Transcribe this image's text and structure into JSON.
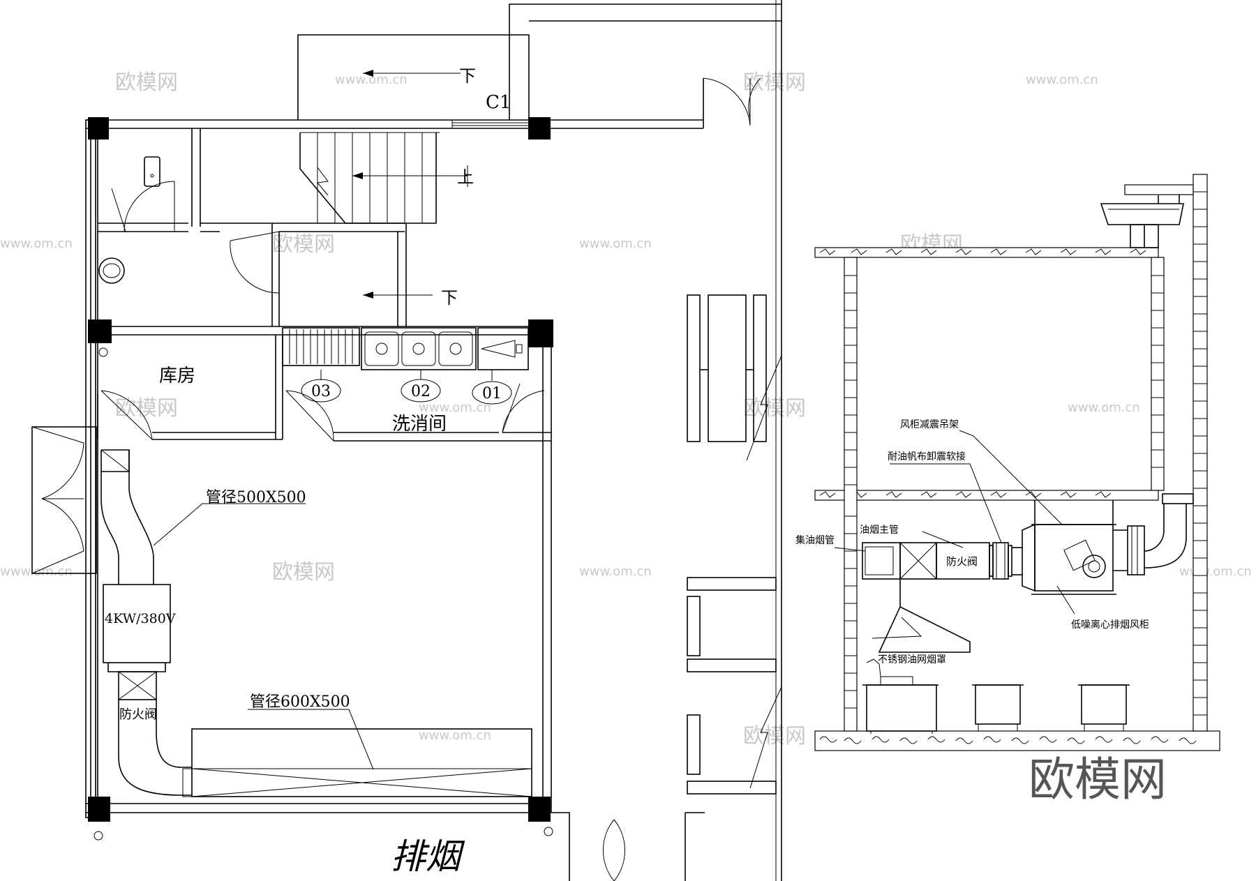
{
  "plan": {
    "labels": {
      "storeroom": "库房",
      "wash_room": "洗消间",
      "duct_500": "管径500X500",
      "duct_600": "管径600X500",
      "fan_spec": "4KW/380V",
      "fire_damper": "防火阀",
      "exhaust_title": "排烟",
      "stair_down_top": "下",
      "stair_up": "上",
      "stair_down_mid": "下",
      "window_tag": "C1",
      "sink_03": "03",
      "sink_02": "02",
      "sink_01": "01"
    }
  },
  "section": {
    "labels": {
      "fan_hanger": "风柜减震吊架",
      "flex_joint": "耐油帆布卸震软接",
      "oil_main_duct": "油烟主管",
      "oil_collect_duct": "集油烟管",
      "fire_damper": "防火阀",
      "hood": "不锈钢油网烟罩",
      "fan_cabinet": "低噪离心排烟风柜"
    }
  },
  "watermark": {
    "brand": "欧模网",
    "url": "www.om.cn"
  }
}
